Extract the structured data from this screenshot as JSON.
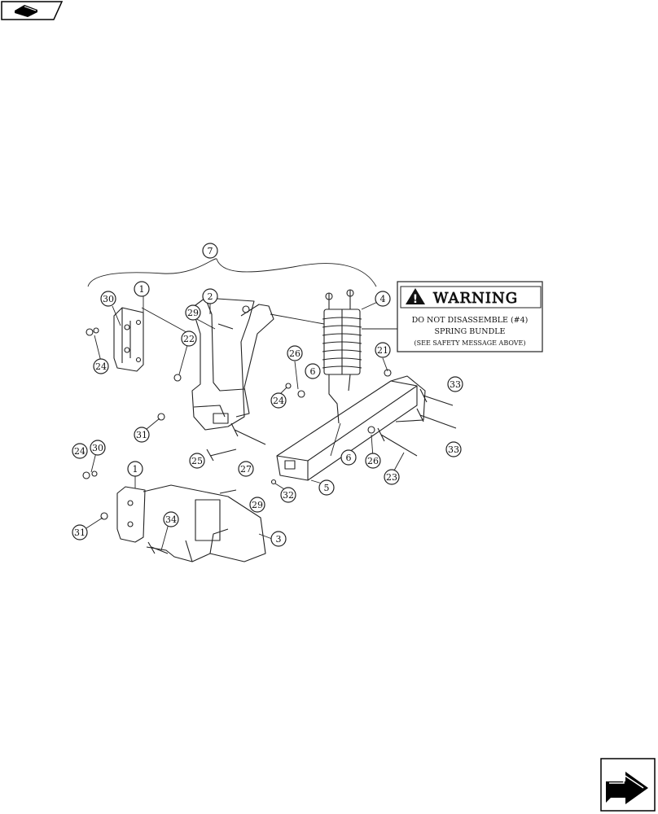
{
  "warning": {
    "title": "WARNING",
    "lines": [
      "DO NOT DISASSEMBLE (#4)",
      "SPRING BUNDLE",
      "(SEE SAFETY MESSAGE ABOVE)"
    ]
  },
  "callouts": [
    {
      "label": "7"
    },
    {
      "label": "1"
    },
    {
      "label": "30"
    },
    {
      "label": "2"
    },
    {
      "label": "4"
    },
    {
      "label": "29"
    },
    {
      "label": "24"
    },
    {
      "label": "22"
    },
    {
      "label": "26"
    },
    {
      "label": "21"
    },
    {
      "label": "6"
    },
    {
      "label": "24"
    },
    {
      "label": "33"
    },
    {
      "label": "31"
    },
    {
      "label": "33"
    },
    {
      "label": "25"
    },
    {
      "label": "27"
    },
    {
      "label": "6"
    },
    {
      "label": "26"
    },
    {
      "label": "23"
    },
    {
      "label": "5"
    },
    {
      "label": "32"
    },
    {
      "label": "24"
    },
    {
      "label": "30"
    },
    {
      "label": "1"
    },
    {
      "label": "29"
    },
    {
      "label": "34"
    },
    {
      "label": "31"
    },
    {
      "label": "3"
    }
  ],
  "icons": {
    "top_left": "book-icon",
    "bottom_right": "next-page-arrow-icon"
  }
}
